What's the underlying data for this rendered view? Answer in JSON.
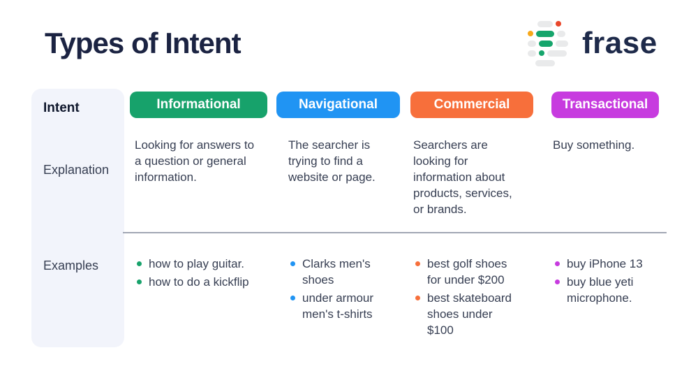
{
  "page": {
    "title": "Types of Intent"
  },
  "logo": {
    "wordmark": "frase",
    "icon": "frase-text-lines-logo",
    "icon_colors": {
      "gray": "#e9eaeb",
      "green": "#16a56c",
      "red": "#e9472b",
      "orange": "#f7a81b"
    }
  },
  "table": {
    "row_labels": {
      "intent": "Intent",
      "explanation": "Explanation",
      "examples": "Examples"
    },
    "columns": [
      {
        "label": "Informational",
        "color": "#17a26b",
        "explanation": "Looking for answers to a question or general information.",
        "examples": [
          "how to play guitar.",
          "how to do a kickflip"
        ]
      },
      {
        "label": "Navigational",
        "color": "#2094f3",
        "explanation": "The searcher is trying to find a website or page.",
        "examples": [
          "Clarks men's shoes",
          "under armour men's t-shirts"
        ]
      },
      {
        "label": "Commercial",
        "color": "#f76f3b",
        "explanation": "Searchers are looking for information about products, services, or brands.",
        "examples": [
          "best golf shoes for under $200",
          "best skateboard shoes under $100"
        ]
      },
      {
        "label": "Transactional",
        "color": "#c73bdf",
        "explanation": "Buy something.",
        "examples": [
          "buy iPhone 13",
          "buy blue yeti microphone."
        ]
      }
    ]
  }
}
